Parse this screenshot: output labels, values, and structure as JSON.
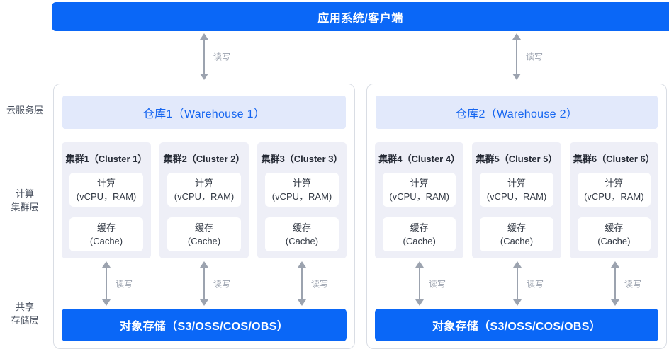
{
  "app_bar": {
    "label": "应用系统/客户端"
  },
  "rw_label": "读写",
  "layers": {
    "cloud": "云服务层",
    "compute_line1": "计算",
    "compute_line2": "集群层",
    "storage_line1": "共享",
    "storage_line2": "存储层"
  },
  "warehouses": [
    {
      "title": "仓库1（Warehouse 1）",
      "storage": "对象存储（S3/OSS/COS/OBS）",
      "clusters": [
        {
          "title": "集群1（Cluster 1）",
          "compute_line1": "计算",
          "compute_line2": "(vCPU，RAM)",
          "cache_line1": "缓存",
          "cache_line2": "(Cache)"
        },
        {
          "title": "集群2（Cluster 2）",
          "compute_line1": "计算",
          "compute_line2": "(vCPU，RAM)",
          "cache_line1": "缓存",
          "cache_line2": "(Cache)"
        },
        {
          "title": "集群3（Cluster 3）",
          "compute_line1": "计算",
          "compute_line2": "(vCPU，RAM)",
          "cache_line1": "缓存",
          "cache_line2": "(Cache)"
        }
      ]
    },
    {
      "title": "仓库2（Warehouse 2）",
      "storage": "对象存储（S3/OSS/COS/OBS）",
      "clusters": [
        {
          "title": "集群4（Cluster 4）",
          "compute_line1": "计算",
          "compute_line2": "(vCPU，RAM)",
          "cache_line1": "缓存",
          "cache_line2": "(Cache)"
        },
        {
          "title": "集群5（Cluster 5）",
          "compute_line1": "计算",
          "compute_line2": "(vCPU，RAM)",
          "cache_line1": "缓存",
          "cache_line2": "(Cache)"
        },
        {
          "title": "集群6（Cluster 6）",
          "compute_line1": "计算",
          "compute_line2": "(vCPU，RAM)",
          "cache_line1": "缓存",
          "cache_line2": "(Cache)"
        }
      ]
    }
  ],
  "colors": {
    "primary_blue": "#0a67f7",
    "warehouse_header_bg": "#e2e9fb",
    "warehouse_header_text": "#1565f0",
    "cluster_bg": "#eeeff7",
    "arrow_gray": "#9ca3af",
    "panel_border": "#d9dde4",
    "layer_text": "#4a5260"
  }
}
